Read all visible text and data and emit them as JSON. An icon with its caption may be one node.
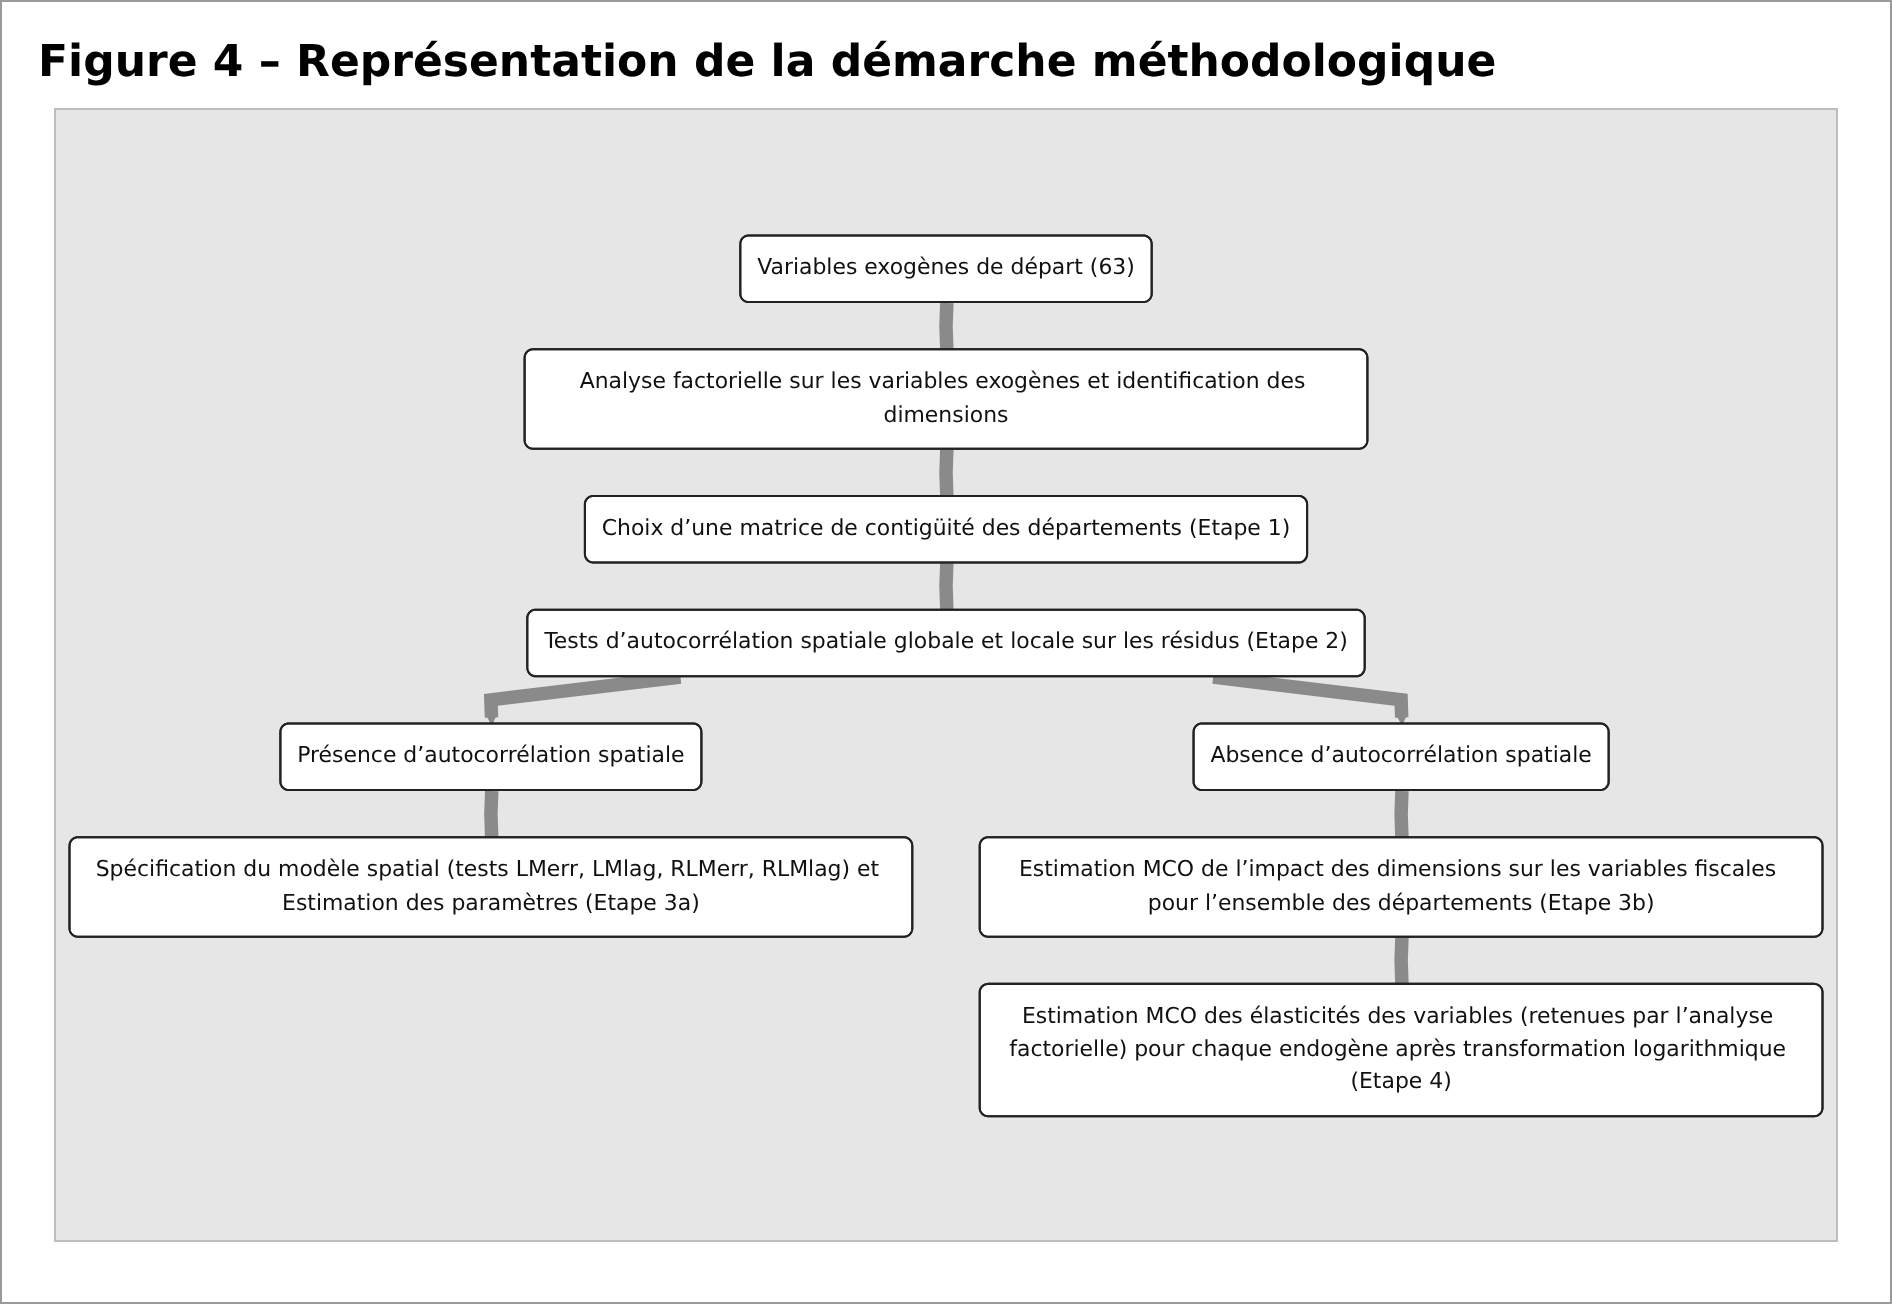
{
  "diagram": {
    "title": "Figure 4 – Représentation de la démarche méthodologique",
    "nodes": [
      {
        "text": [
          "Variables exogènes de départ (63)"
        ]
      },
      {
        "text": [
          "Analyse factorielle sur les variables exogènes et identification des dimensions"
        ]
      },
      {
        "text": [
          "Choix d’une matrice de contigüité des départements (Etape 1)"
        ]
      },
      {
        "text": [
          "Tests d’autocorrélation spatiale globale et locale sur les résidus (Etape 2)"
        ]
      },
      {
        "text": [
          "Présence d’autocorrélation spatiale"
        ]
      },
      {
        "text": [
          "Absence d’autocorrélation spatiale"
        ]
      },
      {
        "text": [
          "Spécification du modèle spatial (tests LMerr, LMlag, RLMerr, RLMlag) et Estimation des paramètres (Etape 3a)"
        ]
      },
      {
        "text": [
          "Estimation MCO de l’impact des dimensions sur les variables fiscales pour l’ensemble des départements (Etape 3b)"
        ]
      },
      {
        "text": [
          "Estimation MCO des élasticités des variables (retenues par l’analyse factorielle) pour chaque endogène après transformation logarithmique (Etape 4)"
        ]
      }
    ],
    "edges": [
      {
        "from": 0,
        "to": 1,
        "arrow": "none"
      },
      {
        "from": 1,
        "to": 2,
        "arrow": "none"
      },
      {
        "from": 2,
        "to": 3,
        "arrow": "none"
      },
      {
        "from": 3,
        "to": 4,
        "arrow": "to"
      },
      {
        "from": 3,
        "to": 5,
        "arrow": "to"
      },
      {
        "from": 4,
        "to": 6,
        "arrow": "none"
      },
      {
        "from": 5,
        "to": 7,
        "arrow": "none"
      },
      {
        "from": 7,
        "to": 8,
        "arrow": "none"
      }
    ]
  }
}
